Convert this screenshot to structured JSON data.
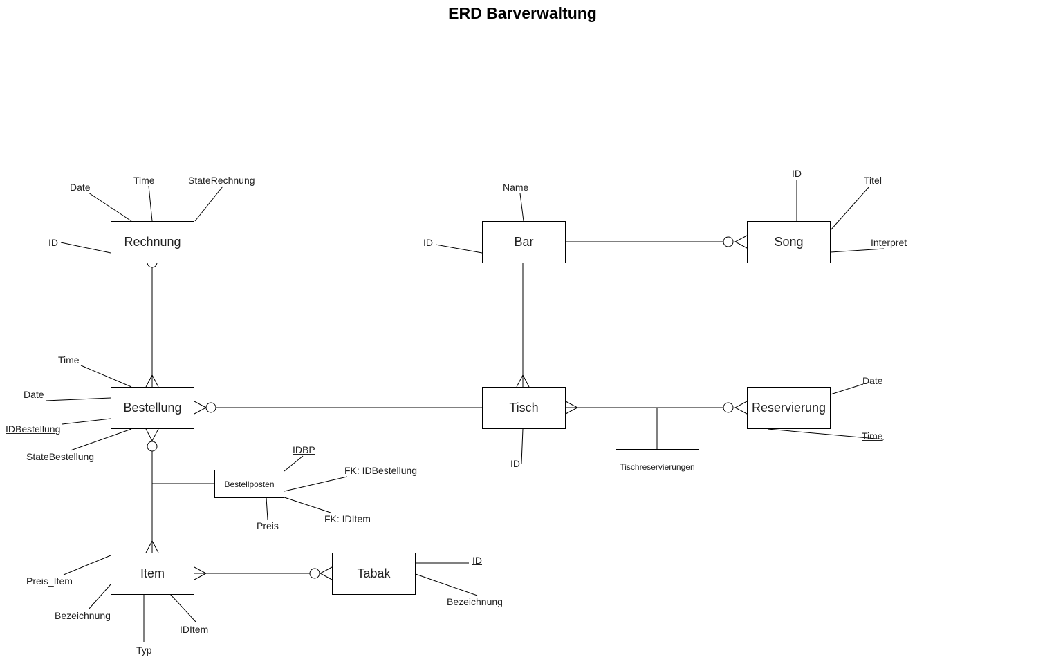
{
  "title": "ERD Barverwaltung",
  "entities": {
    "rechnung": "Rechnung",
    "bar": "Bar",
    "song": "Song",
    "bestellung": "Bestellung",
    "tisch": "Tisch",
    "reservierung": "Reservierung",
    "tischreservierungen": "Tischreservierungen",
    "bestellposten": "Bestellposten",
    "item": "Item",
    "tabak": "Tabak"
  },
  "attributes": {
    "rechnung": {
      "date": "Date",
      "time": "Time",
      "state": "StateRechnung",
      "id": "ID"
    },
    "bar": {
      "name": "Name",
      "id": "ID"
    },
    "song": {
      "id": "ID",
      "titel": "Titel",
      "interpret": "Interpret"
    },
    "bestellung": {
      "time": "Time",
      "date": "Date",
      "id": "IDBestellung",
      "state": "StateBestellung"
    },
    "tisch": {
      "id": "ID"
    },
    "reservierung": {
      "date": "Date",
      "time": "Time"
    },
    "bestellposten": {
      "id": "IDBP",
      "fk_bestellung": "FK: IDBestellung",
      "fk_item": "FK: IDItem",
      "preis": "Preis"
    },
    "item": {
      "preis": "Preis_Item",
      "bezeichnung": "Bezeichnung",
      "typ": "Typ",
      "id": "IDItem"
    },
    "tabak": {
      "id": "ID",
      "bezeichnung": "Bezeichnung"
    }
  }
}
